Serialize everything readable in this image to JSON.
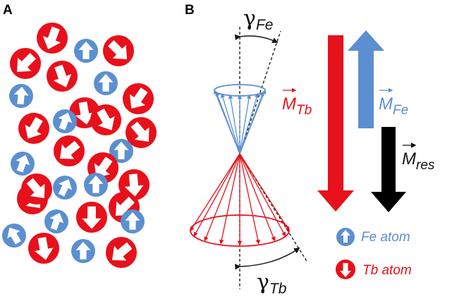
{
  "panels": {
    "a": "A",
    "b": "B"
  },
  "colors": {
    "fe": "#5B8FD1",
    "tb": "#E8101A",
    "res": "#000000",
    "line": "#111111"
  },
  "gamma_fe": {
    "symbol": "γ",
    "sub": "Fe"
  },
  "gamma_tb": {
    "symbol": "γ",
    "sub": "Tb"
  },
  "vectors": {
    "m_tb": {
      "symbol": "M",
      "sub": "Tb"
    },
    "m_fe": {
      "symbol": "M",
      "sub": "Fe"
    },
    "m_res": {
      "symbol": "M",
      "sub": "res"
    }
  },
  "legend": {
    "fe": "Fe atom",
    "tb": "Tb atom"
  },
  "atoms": [
    {
      "type": "tb",
      "angle": 200
    },
    {
      "type": "fe",
      "angle": 0
    },
    {
      "type": "tb",
      "angle": 135
    },
    {
      "type": "tb",
      "angle": 225
    },
    {
      "type": "tb",
      "angle": 160
    },
    {
      "type": "fe",
      "angle": 0
    },
    {
      "type": "fe",
      "angle": 5
    },
    {
      "type": "tb",
      "angle": 215
    },
    {
      "type": "tb",
      "angle": 170
    },
    {
      "type": "fe",
      "angle": 20
    },
    {
      "type": "tb",
      "angle": 150
    },
    {
      "type": "tb",
      "angle": 140
    },
    {
      "type": "tb",
      "angle": 210
    },
    {
      "type": "tb",
      "angle": 230
    },
    {
      "type": "fe",
      "angle": 0
    },
    {
      "type": "fe",
      "angle": 20
    },
    {
      "type": "tb",
      "angle": 215
    },
    {
      "type": "tb",
      "angle": 175
    },
    {
      "type": "fe",
      "angle": 25
    },
    {
      "type": "fe",
      "angle": 0
    },
    {
      "type": "tb",
      "angle": 140
    },
    {
      "type": "tb",
      "angle": 225
    },
    {
      "type": "fe",
      "angle": 20
    },
    {
      "type": "tb",
      "angle": 180
    },
    {
      "type": "fe",
      "angle": 330
    },
    {
      "type": "fe",
      "angle": 0
    },
    {
      "type": "tb",
      "angle": 170
    },
    {
      "type": "tb",
      "angle": 230
    },
    {
      "type": "fe",
      "angle": 0
    },
    {
      "type": "tb",
      "angle": 140
    }
  ]
}
